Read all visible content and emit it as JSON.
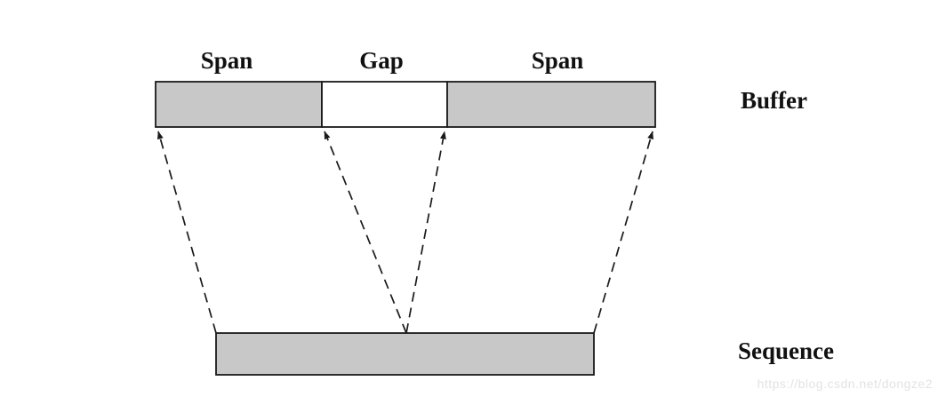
{
  "diagram": {
    "title_semantic": "gap-buffer-diagram",
    "buffer": {
      "span_left_label": "Span",
      "gap_label": "Gap",
      "span_right_label": "Span",
      "bar_label": "Buffer"
    },
    "sequence": {
      "bar_label": "Sequence"
    },
    "watermark": "https://blog.csdn.net/dongze2",
    "colors": {
      "bar_fill": "#c8c8c8",
      "gap_fill": "#ffffff",
      "stroke": "#1a1a1a",
      "watermark": "#e3e3e3"
    }
  }
}
